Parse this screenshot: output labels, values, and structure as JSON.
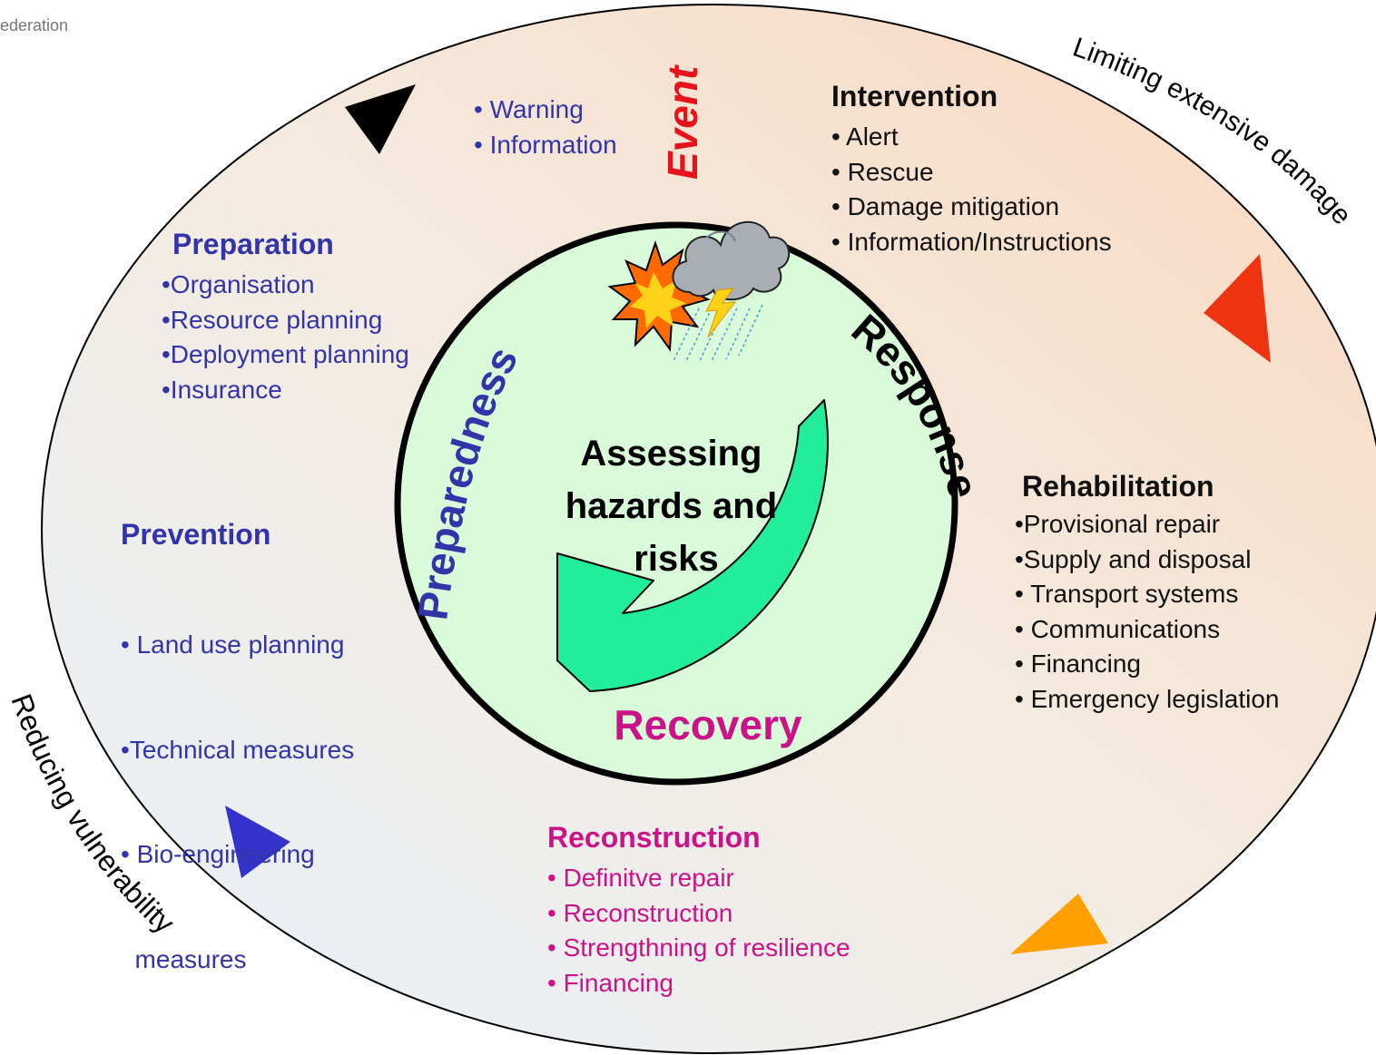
{
  "corner_text": "ederation",
  "outer_arcs": {
    "top_right": "Limiting extensive damage",
    "bottom_left": "Reducing vulnerability"
  },
  "event": {
    "title": "Event",
    "items": [
      "• Warning",
      "• Information"
    ],
    "color": "#e8121a"
  },
  "intervention": {
    "title": "Intervention",
    "items": [
      "• Alert",
      "• Rescue",
      "• Damage mitigation",
      "• Information/Instructions"
    ]
  },
  "preparation": {
    "title": "Preparation",
    "items": [
      "•Organisation",
      "•Resource planning",
      "•Deployment planning",
      "•Insurance"
    ]
  },
  "prevention": {
    "title": "Prevention",
    "items": [
      "• Land use planning",
      "•Technical measures",
      "• Bio-engineering",
      "  measures"
    ]
  },
  "rehabilitation": {
    "title": "Rehabilitation",
    "items": [
      "•Provisional repair",
      "•Supply and disposal",
      "• Transport systems",
      "• Communications",
      "• Financing",
      "• Emergency legislation"
    ]
  },
  "reconstruction": {
    "title": "Reconstruction",
    "items": [
      "• Definitve repair",
      "• Reconstruction",
      "• Strengthning of resilience",
      "• Financing"
    ]
  },
  "cycle": {
    "center": [
      "Assessing",
      "hazards and",
      "risks"
    ],
    "preparedness": "Preparedness",
    "response": "Response",
    "recovery": "Recovery"
  },
  "colors": {
    "blue_text": "#3333aa",
    "magenta_text": "#cc1288",
    "inner_circle_fill": "#d9fbd9",
    "cycle_arrow_fill": "#22ee99",
    "outer_fill_warm": "#fadbc4",
    "outer_fill_cool": "#e7f1fb",
    "arrow_top": "#000000",
    "arrow_right": "#ee3311",
    "arrow_bottom": "#ffa000",
    "arrow_left": "#3333cc"
  },
  "icons": [
    "explosion-icon",
    "storm-cloud-icon"
  ]
}
